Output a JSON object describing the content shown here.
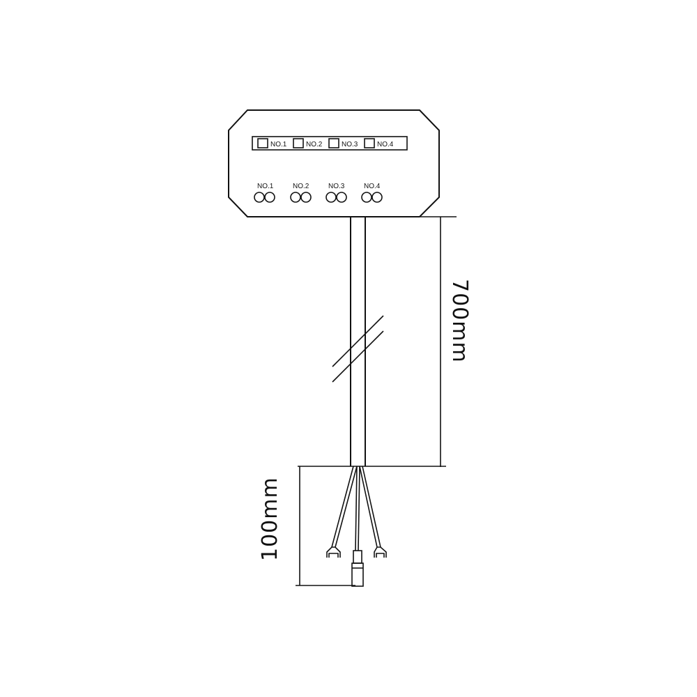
{
  "switch_labels": [
    "NO.1",
    "NO.2",
    "NO.3",
    "NO.4"
  ],
  "terminal_labels": [
    "NO.1",
    "NO.2",
    "NO.3",
    "NO.4"
  ],
  "dimensions": {
    "cable_length": "700mm",
    "lead_length": "100mm"
  }
}
